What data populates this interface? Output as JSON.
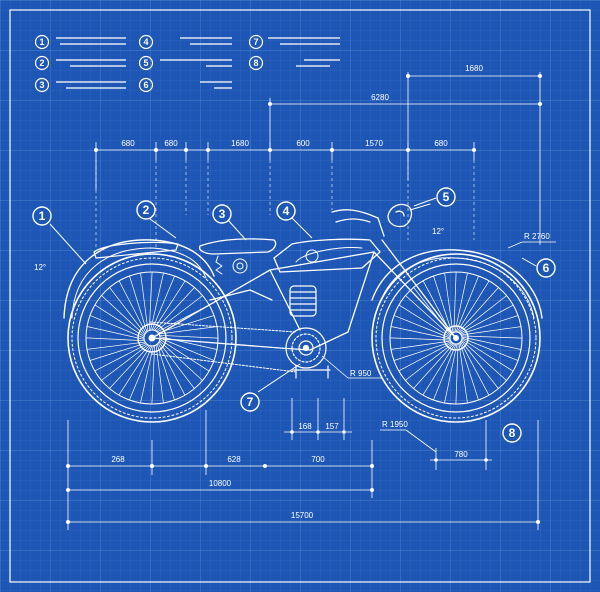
{
  "colors": {
    "background": "#1d56b4",
    "grid_minor": "#3a70c4",
    "grid_major": "#4f82cc",
    "line": "#ffffff"
  },
  "legend": [
    {
      "number": "1"
    },
    {
      "number": "2"
    },
    {
      "number": "3"
    },
    {
      "number": "4"
    },
    {
      "number": "5"
    },
    {
      "number": "6"
    },
    {
      "number": "7"
    },
    {
      "number": "8"
    }
  ],
  "callouts": [
    "1",
    "2",
    "3",
    "4",
    "5",
    "6",
    "7",
    "8"
  ],
  "dimensions": {
    "d_1680_top": "1680",
    "d_6280": "6280",
    "d_680_a": "680",
    "d_680_b": "680",
    "d_1680_mid": "1680",
    "d_600": "600",
    "d_1570": "1570",
    "d_680_c": "680",
    "angle_left": "12°",
    "angle_right": "12°",
    "radius_2760": "R 2760",
    "radius_950": "R  950",
    "radius_1950": "R 1950",
    "d_168": "168",
    "d_157": "157",
    "d_268": "268",
    "d_628": "628",
    "d_700": "700",
    "d_780": "780",
    "d_10800": "10800",
    "d_15700": "15700"
  }
}
